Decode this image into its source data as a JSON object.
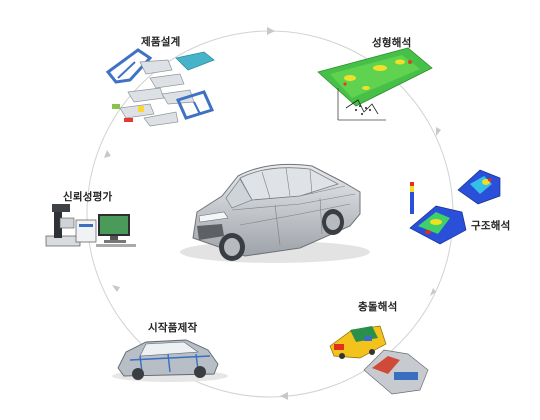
{
  "stages": {
    "design": {
      "label": "제품설계"
    },
    "forming": {
      "label": "성형해석"
    },
    "structure": {
      "label": "구조해석"
    },
    "crash": {
      "label": "충돌해석"
    },
    "prototype": {
      "label": "시작품제작"
    },
    "reliability": {
      "label": "신뢰성평가"
    }
  },
  "colors": {
    "cycle_line": "#c8c8c8",
    "panel_green": "#3fbf3f",
    "fea_blue": "#2a4fd8",
    "fea_red": "#e0301e",
    "fea_yellow": "#f0e020",
    "body_blue": "#3a6fc0",
    "car_silver": "#c9ccd0"
  },
  "icons": [
    "car-wireframe",
    "cad-parts",
    "forming-panel",
    "fea-model",
    "crash-model",
    "prototype-body",
    "test-equipment"
  ]
}
